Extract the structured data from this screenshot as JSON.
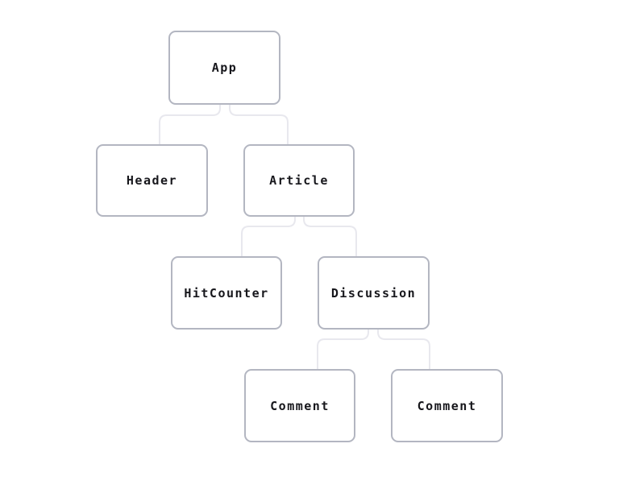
{
  "diagram": {
    "type": "component-tree",
    "background_color": "#ffffff",
    "node_fill_color": "#ffffff",
    "node_border_color": "#b3b6c1",
    "connector_color": "#e8e8ee",
    "label_color": "#17171c",
    "nodes": [
      {
        "id": "app",
        "label": "App"
      },
      {
        "id": "header",
        "label": "Header"
      },
      {
        "id": "article",
        "label": "Article"
      },
      {
        "id": "hitcounter",
        "label": "HitCounter"
      },
      {
        "id": "discussion",
        "label": "Discussion"
      },
      {
        "id": "comment-1",
        "label": "Comment"
      },
      {
        "id": "comment-2",
        "label": "Comment"
      }
    ],
    "edges": [
      {
        "from": "app",
        "to": "header"
      },
      {
        "from": "app",
        "to": "article"
      },
      {
        "from": "article",
        "to": "hitcounter"
      },
      {
        "from": "article",
        "to": "discussion"
      },
      {
        "from": "discussion",
        "to": "comment-1"
      },
      {
        "from": "discussion",
        "to": "comment-2"
      }
    ],
    "tree": {
      "label": "App",
      "children": [
        {
          "label": "Header",
          "children": []
        },
        {
          "label": "Article",
          "children": [
            {
              "label": "HitCounter",
              "children": []
            },
            {
              "label": "Discussion",
              "children": [
                {
                  "label": "Comment",
                  "children": []
                },
                {
                  "label": "Comment",
                  "children": []
                }
              ]
            }
          ]
        }
      ]
    }
  }
}
